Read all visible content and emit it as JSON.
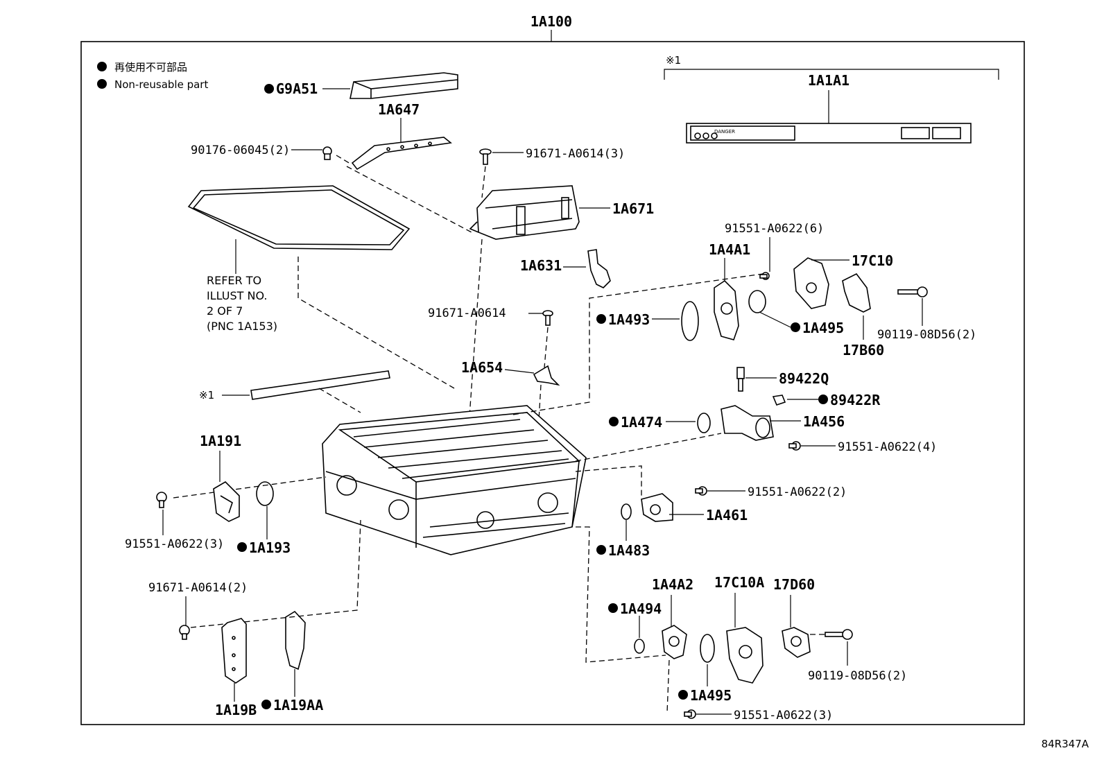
{
  "diagram": {
    "assembly_label": "1A100",
    "figure_code": "84R347A",
    "legend": {
      "bullet_jp": "再使用不可部品",
      "bullet_en": "Non-reusable part"
    },
    "note_mark": "※1",
    "refer_note": [
      "REFER TO",
      "ILLUST NO.",
      "2 OF 7",
      "(PNC 1A153)"
    ],
    "callouts": {
      "g9a51": "G9A51",
      "a1a647": "1A647",
      "p90176": "90176-06045(2)",
      "p91671_3": "91671-A0614(3)",
      "a1a671": "1A671",
      "a1a1a1": "1A1A1",
      "p91551_6": "91551-A0622(6)",
      "a1a4a1": "1A4A1",
      "a17c10": "17C10",
      "a1a631": "1A631",
      "p91671_1": "91671-A0614",
      "a1a493": "1A493",
      "a1a495a": "1A495",
      "p90119a": "90119-08D56(2)",
      "a17b60": "17B60",
      "a1a654": "1A654",
      "a89422q": "89422Q",
      "a89422r": "89422R",
      "note1b": "※1",
      "a1a474": "1A474",
      "a1a456": "1A456",
      "p91551_4": "91551-A0622(4)",
      "a1a191": "1A191",
      "p91551_2": "91551-A0622(2)",
      "a1a461": "1A461",
      "p91551_3a": "91551-A0622(3)",
      "a1a193": "1A193",
      "a1a483": "1A483",
      "p91671_2": "91671-A0614(2)",
      "a1a4a2": "1A4A2",
      "a17c10a": "17C10A",
      "a17d60": "17D60",
      "a1a494": "1A494",
      "p90119b": "90119-08D56(2)",
      "a1a495b": "1A495",
      "a1a19b": "1A19B",
      "a1a19aa": "1A19AA",
      "p91551_3b": "91551-A0622(3)"
    },
    "non_reusable_parts": [
      "G9A51",
      "1A493",
      "1A495",
      "89422R",
      "1A474",
      "1A193",
      "1A483",
      "1A494",
      "1A19AA"
    ],
    "label_sticker_text": "DANGER"
  }
}
